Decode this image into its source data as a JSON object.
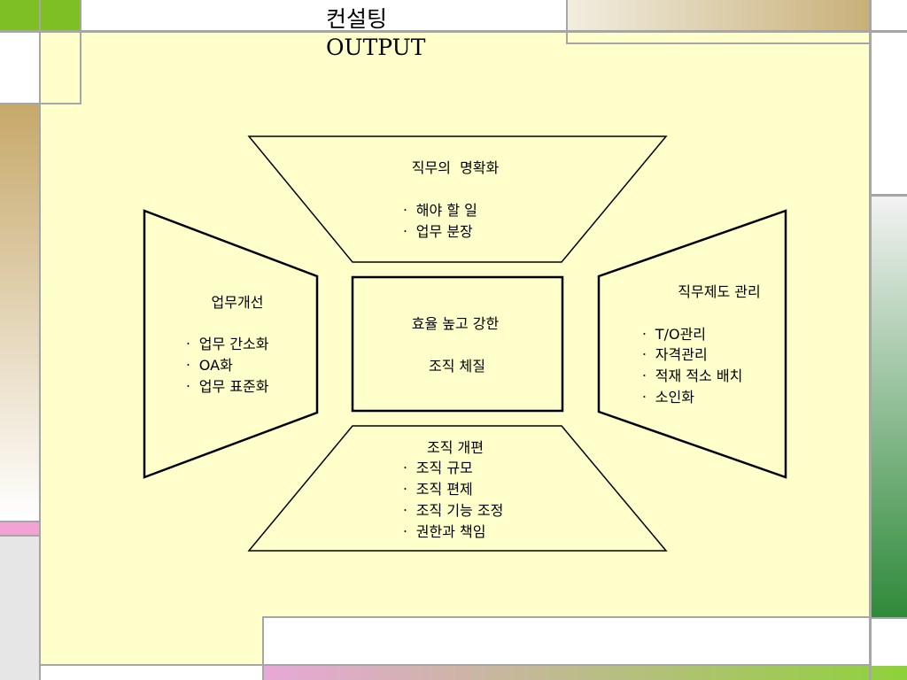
{
  "title": {
    "line1": "컨설팅",
    "line2": "OUTPUT"
  },
  "colors": {
    "panel": "#ffffcc",
    "top_green": "#7fbf26",
    "gold": "#c8b07a",
    "dark_green": "#2f8a3a",
    "pink": "#f2a3d3",
    "gray_light": "#e6e6e6",
    "olive": "#b8b694"
  },
  "center": {
    "line1": "효율 높고 강한",
    "line2": "조직 체질"
  },
  "top": {
    "heading": "직무의  명확화",
    "items": [
      "ㆍ 해야 할 일",
      "ㆍ 업무 분장"
    ]
  },
  "left": {
    "heading": "업무개선",
    "items": [
      "ㆍ 업무 간소화",
      "ㆍ OA화",
      "ㆍ 업무 표준화"
    ]
  },
  "right": {
    "heading": "직무제도 관리",
    "items": [
      "ㆍ T/O관리",
      "ㆍ 자격관리",
      "ㆍ 적재 적소 배치",
      "ㆍ 소인화"
    ]
  },
  "bottom": {
    "heading": "조직 개편",
    "items": [
      "ㆍ 조직 규모",
      "ㆍ 조직 편제",
      "ㆍ 조직 기능 조정",
      "ㆍ 권한과 책임"
    ]
  }
}
